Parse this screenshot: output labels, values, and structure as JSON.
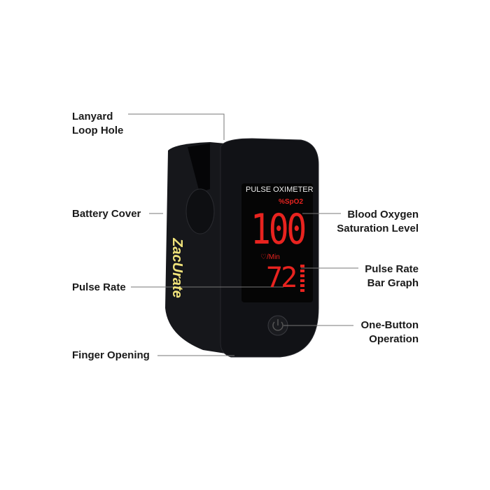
{
  "labels": {
    "lanyard": "Lanyard\nLoop Hole",
    "battery": "Battery Cover",
    "pulse_rate": "Pulse Rate",
    "finger": "Finger Opening",
    "spo2": "Blood Oxygen\nSaturation Level",
    "bar_graph": "Pulse Rate\nBar Graph",
    "button": "One-Button\nOperation"
  },
  "device": {
    "screen_title": "PULSE OXIMETER",
    "spo2_unit": "%SpO2",
    "spo2_value": "100",
    "pulse_unit": "♡/Min",
    "pulse_value": "72",
    "brand": "ZacUrate",
    "bar_graph_level": 1.0
  },
  "colors": {
    "led": "#e8231f",
    "body": "#111216",
    "brand": "#f0e27a"
  }
}
